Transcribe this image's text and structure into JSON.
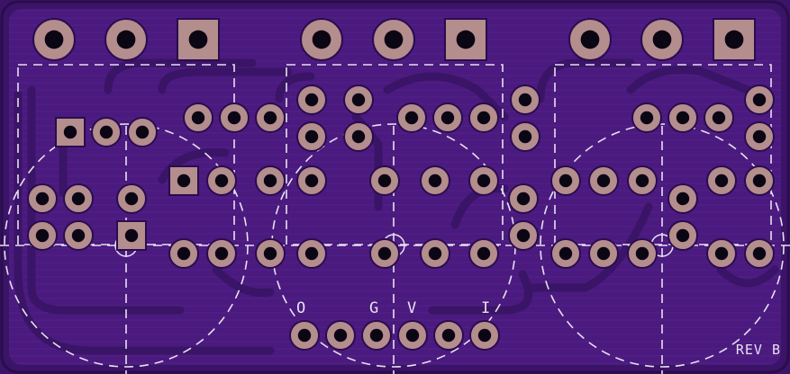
{
  "board": {
    "colors": {
      "substrate": "#3a1466",
      "copper": "#4a1a7e",
      "trace": "#5a2a90",
      "pad": "#b48d8d",
      "hole": "#0b0614",
      "silk": "#ffffff"
    }
  },
  "labels": {
    "o": "O",
    "g": "G",
    "v": "V",
    "i": "I",
    "rev": "REV B"
  }
}
